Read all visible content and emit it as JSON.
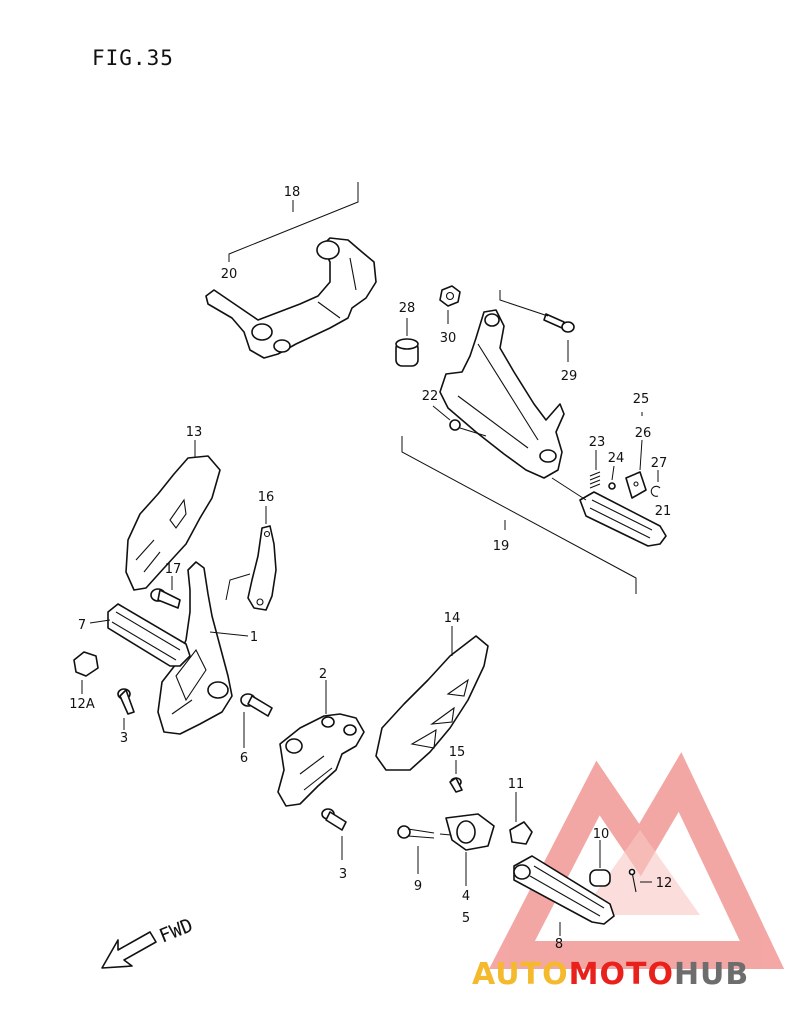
{
  "figure": {
    "title": "FIG.35"
  },
  "direction": {
    "label": "FWD"
  },
  "callouts": {
    "p1": "1",
    "p2": "2",
    "p3a": "3",
    "p3b": "3",
    "p4": "4",
    "p5": "5",
    "p6": "6",
    "p7": "7",
    "p8": "8",
    "p9": "9",
    "p10": "10",
    "p11": "11",
    "p12": "12",
    "p12a": "12A",
    "p13": "13",
    "p14": "14",
    "p15": "15",
    "p16": "16",
    "p17": "17",
    "p18": "18",
    "p19": "19",
    "p20": "20",
    "p21": "21",
    "p22": "22",
    "p23": "23",
    "p24": "24",
    "p25": "25",
    "p26": "26",
    "p27": "27",
    "p28": "28",
    "p29": "29",
    "p30": "30"
  },
  "watermark": {
    "part1": "AUTO",
    "part2": "MOTO",
    "part3": "HUB",
    "colors": {
      "accent_red": "#e8211c",
      "accent_yellow": "#f5b92e",
      "accent_gray": "#6d6d6d"
    }
  }
}
